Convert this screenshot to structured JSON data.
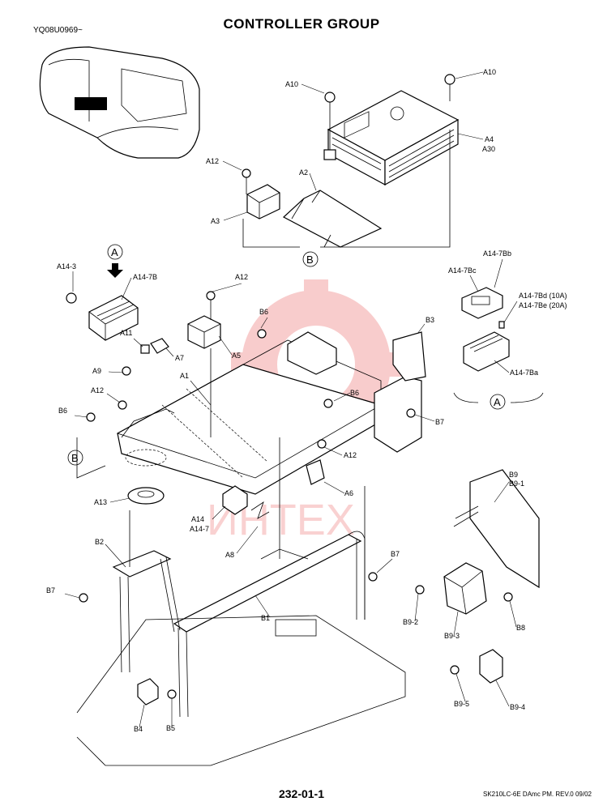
{
  "header": {
    "title": "CONTROLLER GROUP",
    "ref_code": "YQ08U0969~"
  },
  "footer": {
    "page_number": "232-01-1",
    "model_rev": "SK210LC-6E DAmc PM.  REV.0 09/02"
  },
  "watermark": {
    "text": "ИНТЕХ",
    "color": "#e84a4a"
  },
  "callouts": {
    "a": "A",
    "b": "B"
  },
  "labels": {
    "a10_left": "A10",
    "a10_right": "A10",
    "a4": "A4",
    "a30": "A30",
    "a12_top": "A12",
    "a2": "A2",
    "a3": "A3",
    "a14_3": "A14-3",
    "a14_7b": "A14-7B",
    "a12_mid": "A12",
    "b6_mid": "B6",
    "a11": "A11",
    "a7": "A7",
    "a5": "A5",
    "a9": "A9",
    "a1": "A1",
    "a12_left": "A12",
    "b6_left": "B6",
    "b3": "B3",
    "b6_right": "B6",
    "b7_right": "B7",
    "a12_right": "A12",
    "a6": "A6",
    "a13": "A13",
    "a14": "A14",
    "a14_7": "A14-7",
    "a8": "A8",
    "a14_7bb": "A14-7Bb",
    "a14_7bc": "A14-7Bc",
    "a14_7bd": "A14-7Bd (10A)",
    "a14_7be": "A14-7Be (20A)",
    "a14_7ba": "A14-7Ba",
    "b2": "B2",
    "b7_left": "B7",
    "b1": "B1",
    "b7_mid": "B7",
    "b9": "B9",
    "b9_1": "B9-1",
    "b9_2": "B9-2",
    "b9_3": "B9-3",
    "b8": "B8",
    "b9_5": "B9-5",
    "b9_4": "B9-4",
    "b4": "B4",
    "b5": "B5"
  }
}
